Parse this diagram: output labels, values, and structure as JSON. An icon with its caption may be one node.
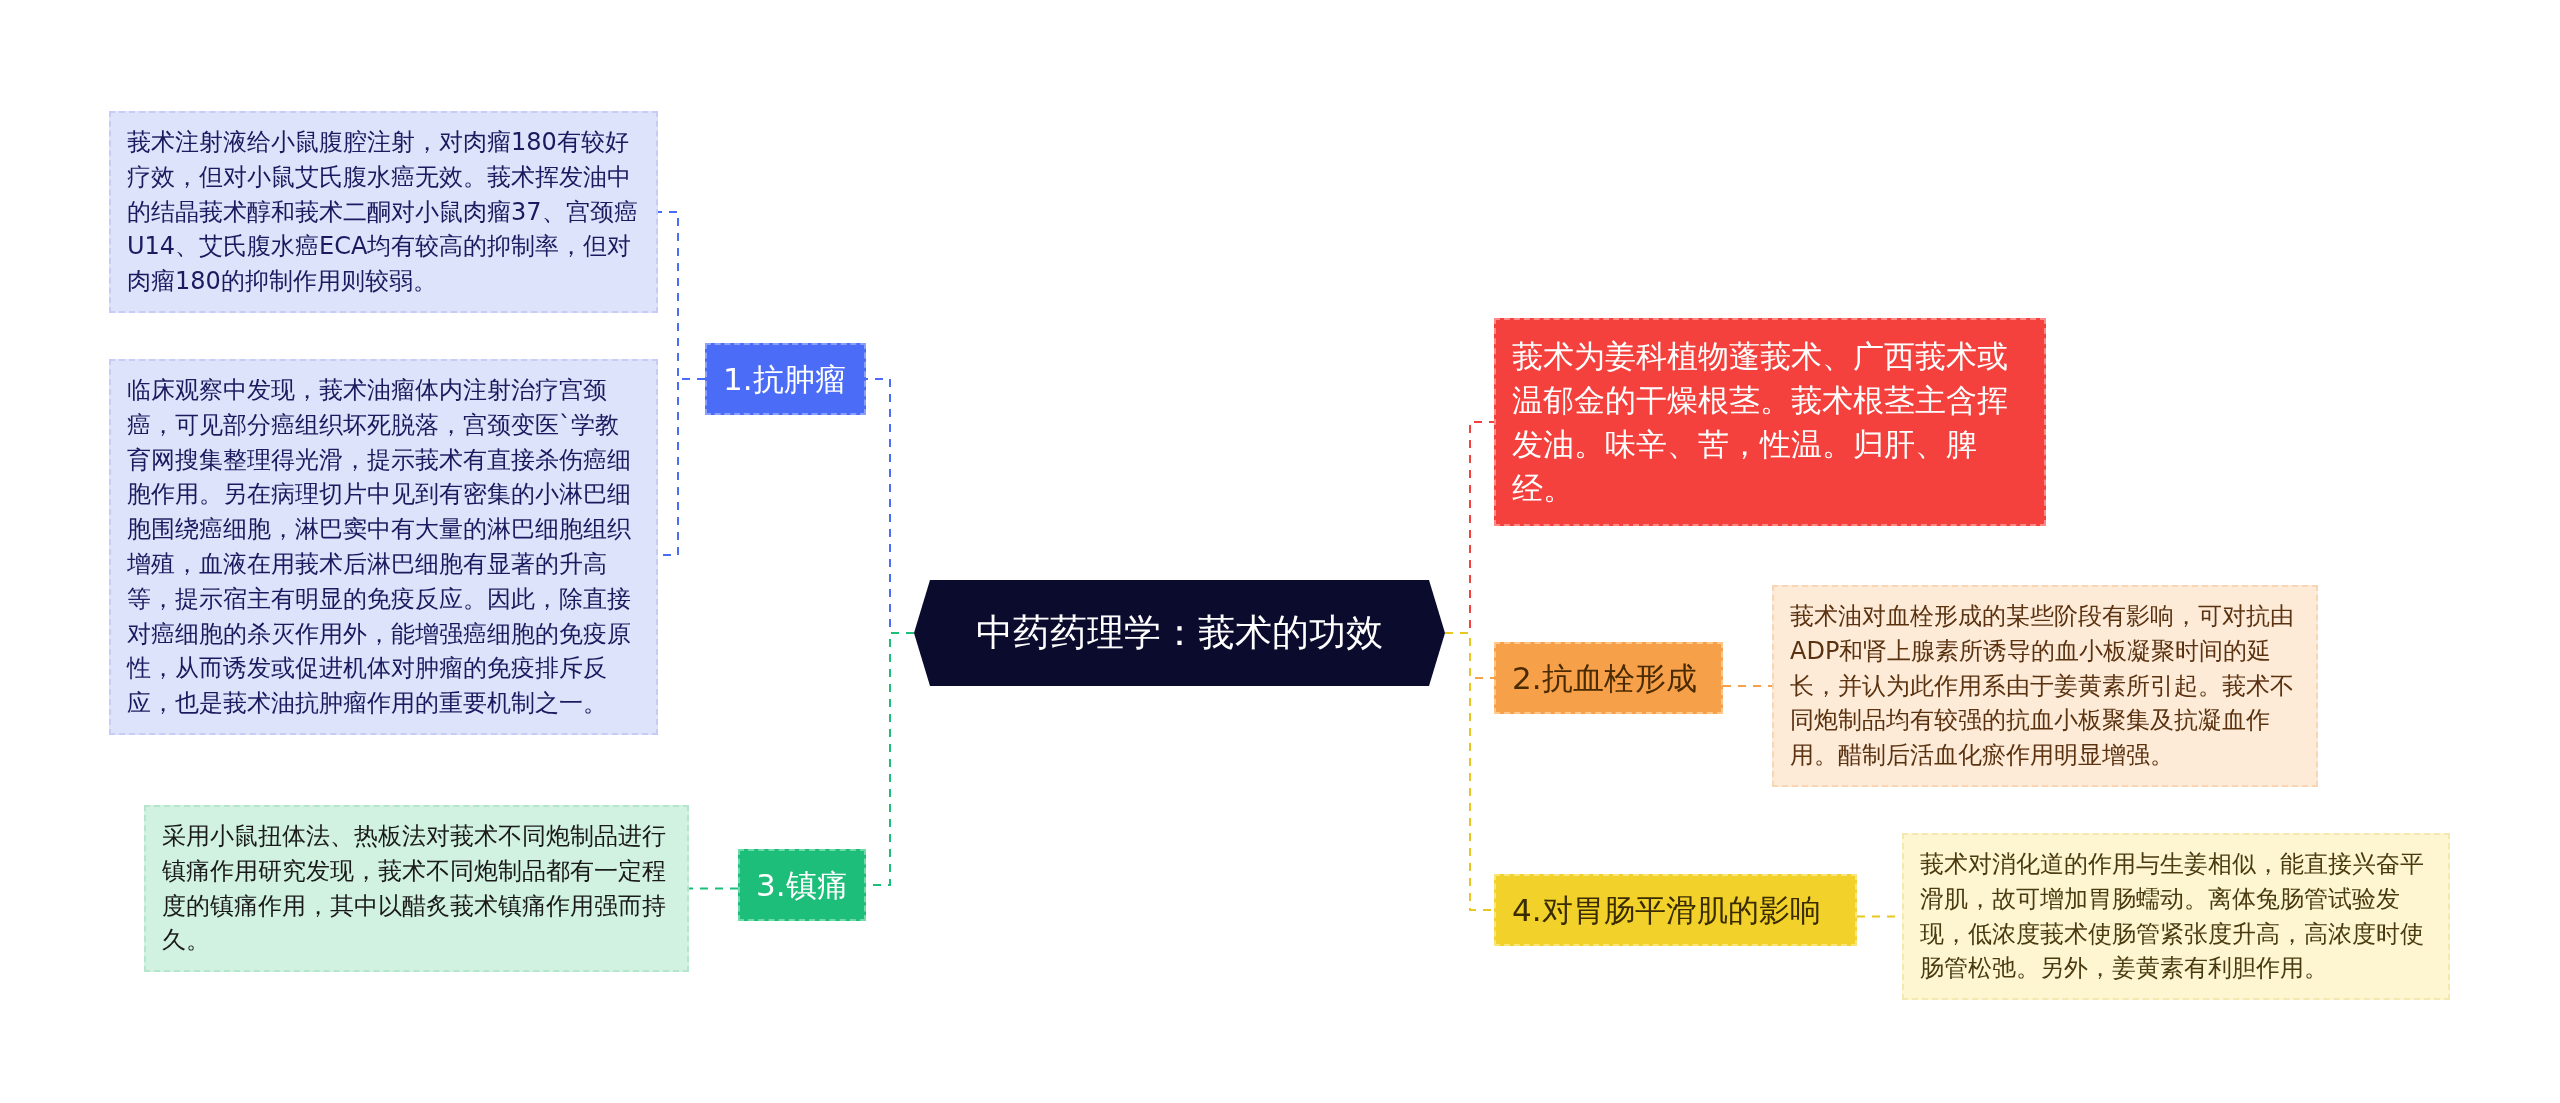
{
  "diagram": {
    "nodes": [
      {
        "text": [
          "中药药理学：莪术的功效"
        ]
      },
      {
        "text": [
          "1.抗肿瘤"
        ]
      },
      {
        "text": [
          "莪术注射液给小鼠腹腔注射，对肉瘤180有较好疗效，但对小鼠艾氏腹水癌无效。莪术挥发油中的结晶莪术醇和莪术二酮对小鼠肉瘤37、宫颈癌U14、艾氏腹水癌ECA均有较高的抑制率，但对肉瘤180的抑制作用则较弱。"
        ]
      },
      {
        "text": [
          "临床观察中发现，莪术油瘤体内注射治疗宫颈癌，可见部分癌组织坏死脱落，宫颈变医`学教育网搜集整理得光滑，提示莪术有直接杀伤癌细胞作用。另在病理切片中见到有密集的小淋巴细胞围绕癌细胞，淋巴窦中有大量的淋巴细胞组织增殖，血液在用莪术后淋巴细胞有显著的升高等，提示宿主有明显的免疫反应。因此，除直接对癌细胞的杀灭作用外，能增强癌细胞的免疫原性，从而诱发或促进机体对肿瘤的免疫排斥反应，也是莪术油抗肿瘤作用的重要机制之一。"
        ]
      },
      {
        "text": [
          "3.镇痛"
        ]
      },
      {
        "text": [
          "采用小鼠扭体法、热板法对莪术不同炮制品进行镇痛作用研究发现，莪术不同炮制品都有一定程度的镇痛作用，其中以醋炙莪术镇痛作用强而持久。"
        ]
      },
      {
        "text": [
          "莪术为姜科植物蓬莪术、广西莪术或温郁金的干燥根茎。莪术根茎主含挥发油。味辛、苦，性温。归肝、脾经。"
        ]
      },
      {
        "text": [
          "2.抗血栓形成"
        ]
      },
      {
        "text": [
          "莪术油对血栓形成的某些阶段有影响，可对抗由ADP和肾上腺素所诱导的血小板凝聚时间的延长，并认为此作用系由于姜黄素所引起。莪术不同炮制品均有较强的抗血小板聚集及抗凝血作用。醋制后活血化瘀作用明显增强。"
        ]
      },
      {
        "text": [
          "4.对胃肠平滑肌的影响"
        ]
      },
      {
        "text": [
          "莪术对消化道的作用与生姜相似，能直接兴奋平滑肌，故可增加胃肠蠕动。离体兔肠管试验发现，低浓度莪术使肠管紧张度升高，高浓度时使肠管松弛。另外，姜黄素有利胆作用。"
        ]
      }
    ],
    "edges": [
      {
        "from": 0,
        "to": 1,
        "arrow": "none",
        "style": "dashed",
        "color": "#4a6cf7"
      },
      {
        "from": 1,
        "to": 2,
        "arrow": "none",
        "style": "dashed",
        "color": "#4a6cf7"
      },
      {
        "from": 1,
        "to": 3,
        "arrow": "none",
        "style": "dashed",
        "color": "#4a6cf7"
      },
      {
        "from": 0,
        "to": 4,
        "arrow": "none",
        "style": "dashed",
        "color": "#1dbd7a"
      },
      {
        "from": 4,
        "to": 5,
        "arrow": "none",
        "style": "dashed",
        "color": "#1dbd7a"
      },
      {
        "from": 0,
        "to": 6,
        "arrow": "none",
        "style": "dashed",
        "color": "#f5413d"
      },
      {
        "from": 0,
        "to": 7,
        "arrow": "none",
        "style": "dashed",
        "color": "#f7a04a"
      },
      {
        "from": 7,
        "to": 8,
        "arrow": "none",
        "style": "dashed",
        "color": "#f7a04a"
      },
      {
        "from": 0,
        "to": 9,
        "arrow": "none",
        "style": "dashed",
        "color": "#e8c820"
      },
      {
        "from": 9,
        "to": 10,
        "arrow": "none",
        "style": "dashed",
        "color": "#e8c820"
      }
    ]
  }
}
